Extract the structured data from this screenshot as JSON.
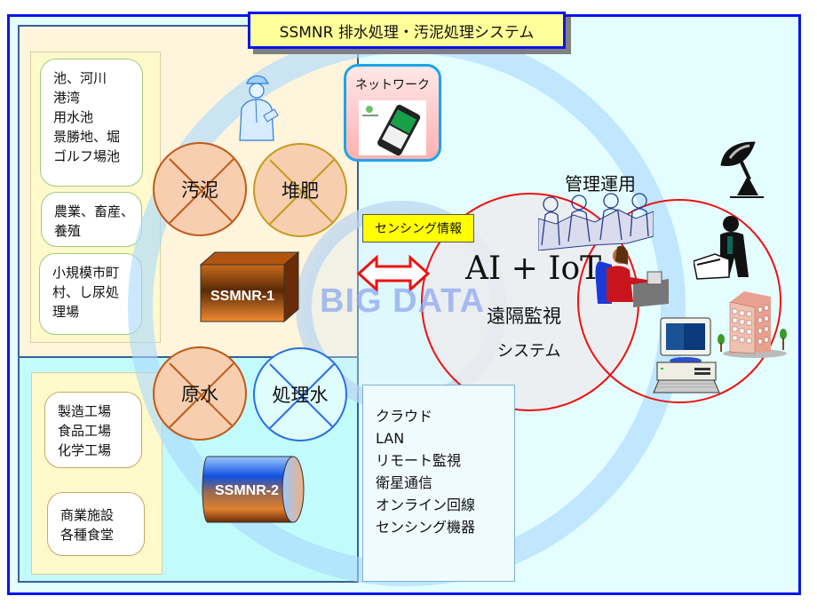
{
  "title": "SSMNR 排水処理・汚泥処理システム",
  "watermark": "BIG DATA",
  "left_panel": {
    "top_sources": [
      {
        "lines": [
          "池、河川",
          "港湾",
          "用水池",
          "景勝地、堀",
          "ゴルフ場池"
        ]
      },
      {
        "lines": [
          "農業、畜産、",
          "養殖"
        ]
      },
      {
        "lines": [
          "小規模市町",
          "村、し尿処",
          "理場"
        ]
      }
    ],
    "bottom_sources": [
      {
        "lines": [
          "製造工場",
          "食品工場",
          "化学工場"
        ]
      },
      {
        "lines": [
          "商業施設",
          "各種食堂"
        ]
      }
    ],
    "circles": {
      "sludge": "汚泥",
      "compost": "堆肥",
      "raw_water": "原水",
      "treated_water": "処理水"
    },
    "units": {
      "unit1": "SSMNR-1",
      "unit2": "SSMNR-2"
    }
  },
  "network": {
    "label": "ネットワーク",
    "icon": "mobile-router-icon"
  },
  "sensing_label": "センシング情報",
  "center": {
    "heading": "AI + IoT",
    "sub1": "遠隔監視",
    "sub2": "システム"
  },
  "management_label": "管理運用",
  "connectivity": [
    "クラウド",
    "LAN",
    "リモート監視",
    "衛星通信",
    "オンライン回線",
    "センシング機器"
  ],
  "icons": [
    "engineer-icon",
    "meeting-people-icon",
    "operator-at-desk-icon",
    "satellite-dish-icon",
    "phone-businessman-icon",
    "office-building-icon",
    "desktop-computer-icon",
    "double-arrow-icon"
  ],
  "colors": {
    "frame_border": "#0a14f0",
    "title_bg": "#ffff99",
    "top_panel_bg": "#fff4dc",
    "bottom_panel_bg": "#c2fbfb",
    "right_bg": "#e4fdff",
    "red_ring": "#ee1111",
    "big_ring": "#bfe3ff",
    "watermark": "#8ea8f0"
  }
}
